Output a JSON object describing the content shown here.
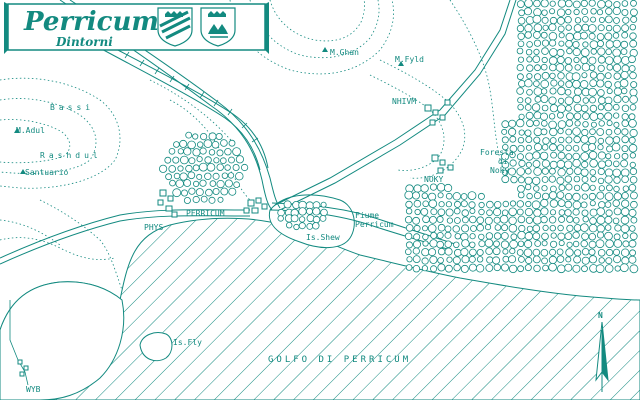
{
  "title": {
    "main": "Perricum",
    "subtitle": "Dintorni"
  },
  "colors": {
    "ink": "#138a80",
    "paper": "#ffffff"
  },
  "icons": [
    "coat-of-arms-shield-diagonal",
    "coat-of-arms-shield-crown",
    "north-arrow-compass"
  ],
  "compass": {
    "letter": "N"
  },
  "places": {
    "m_ghan": "M.Ghan",
    "m_fyld": "M.Fyld",
    "nhivm": "NHIVM",
    "bassi": "Bassi",
    "m_adul": "M.Adul",
    "rashdul": "Rashdul",
    "santuario": "Santuario",
    "foresta": "Foresta",
    "di": "di",
    "noky_forest": "Noky",
    "noky": "NOKY",
    "phys": "PHYS",
    "perricum": "PERRICUM",
    "fiume": "Fiume",
    "fiume_perricum": "Perricum",
    "is_shew": "Is.Shew",
    "is_fly": "Is.Fly",
    "golfo": "GOLFO DI PERRICUM",
    "wyb": "WYB"
  }
}
